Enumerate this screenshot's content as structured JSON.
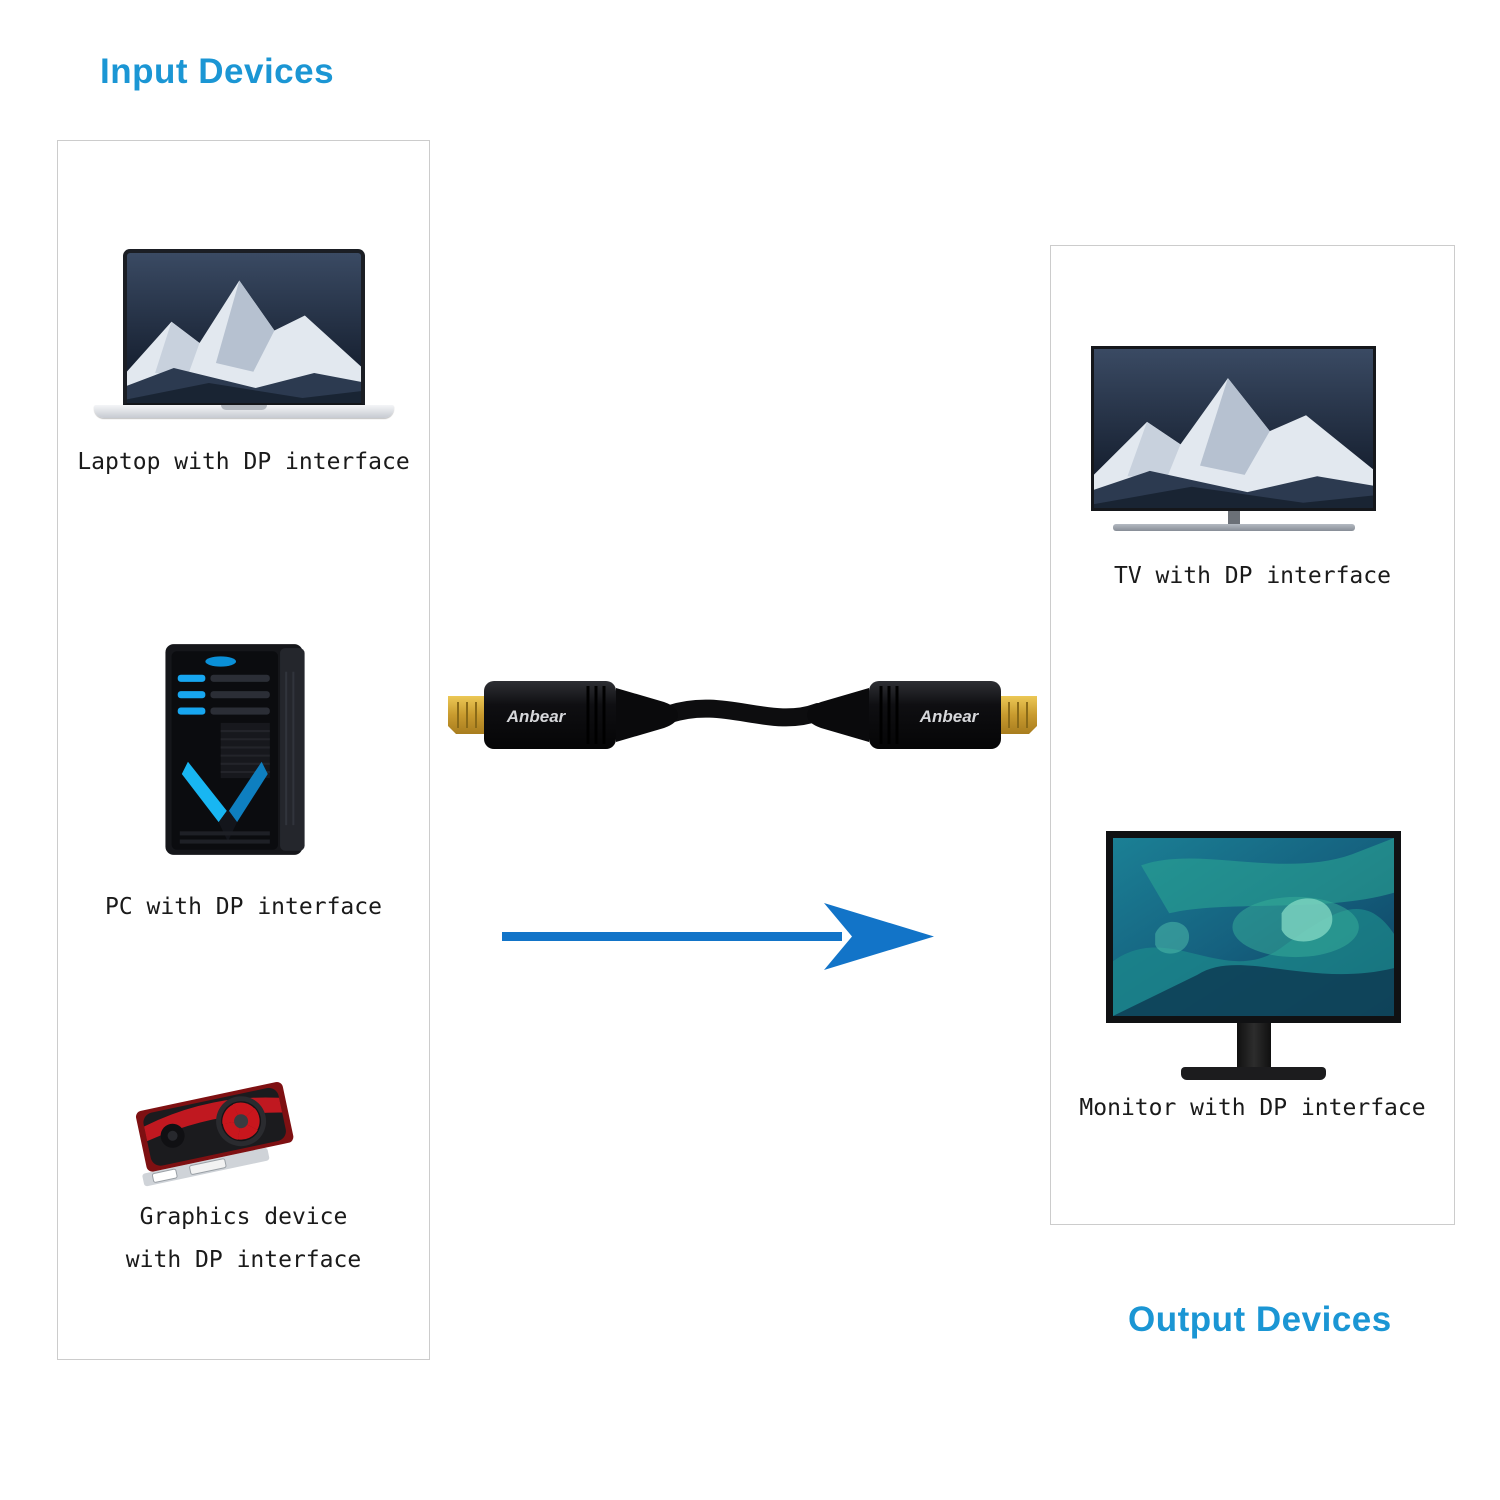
{
  "colors": {
    "accent_blue": "#1b96d4",
    "arrow_blue": "#1274c8"
  },
  "input_panel": {
    "title": "Input Devices",
    "items": [
      {
        "device": "laptop",
        "label": "Laptop with DP interface"
      },
      {
        "device": "pc",
        "label": "PC with DP interface"
      },
      {
        "device": "graphics-card",
        "label_lines": [
          "Graphics device",
          "with DP interface"
        ]
      }
    ]
  },
  "output_panel": {
    "title": "Output Devices",
    "items": [
      {
        "device": "tv",
        "label": "TV with DP interface"
      },
      {
        "device": "monitor",
        "label": "Monitor with DP interface"
      }
    ]
  },
  "cable": {
    "brand": "Anbear"
  }
}
